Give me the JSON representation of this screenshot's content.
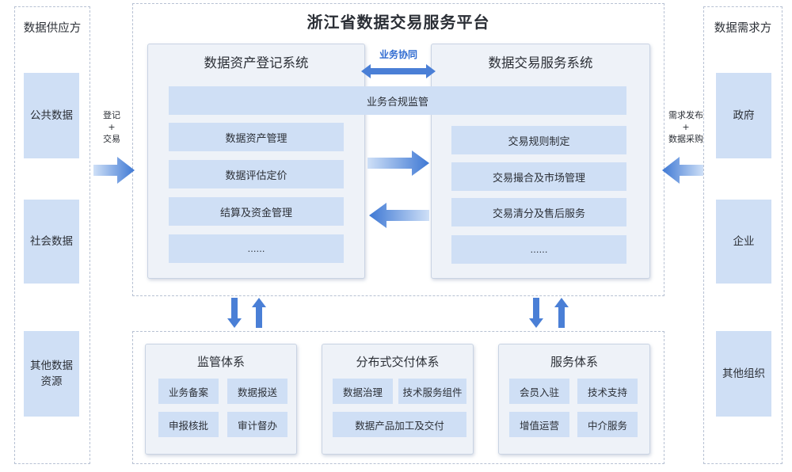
{
  "supply": {
    "title": "数据供应方",
    "items": [
      "公共数据",
      "社会数据",
      "其他数据\n资源"
    ]
  },
  "demand": {
    "title": "数据需求方",
    "items": [
      "政府",
      "企业",
      "其他组织"
    ]
  },
  "platform": {
    "title": "浙江省数据交易服务平台",
    "coop_label": "业务协同",
    "compliance_label": "业务合规监管",
    "left_system": {
      "title": "数据资产登记系统",
      "items": [
        "数据资产管理",
        "数据评估定价",
        "结算及资金管理",
        "……"
      ]
    },
    "right_system": {
      "title": "数据交易服务系统",
      "items": [
        "交易规则制定",
        "交易撮合及市场管理",
        "交易清分及售后服务",
        "……"
      ]
    }
  },
  "flows": {
    "left_label": "登记\n+\n交易",
    "right_label": "需求发布\n+\n数据采购"
  },
  "bottom": {
    "supervision": {
      "title": "监管体系",
      "items": [
        "业务备案",
        "数据报送",
        "申报核批",
        "审计督办"
      ]
    },
    "delivery": {
      "title": "分布式交付体系",
      "items": [
        "数据治理",
        "技术服务组件",
        "数据产品加工及交付"
      ]
    },
    "service": {
      "title": "服务体系",
      "items": [
        "会员入驻",
        "技术支持",
        "增值运营",
        "中介服务"
      ]
    }
  },
  "colors": {
    "box_fill": "#cfdff5",
    "panel_fill": "#eef2f8",
    "arrow_blue": "#4a7fd6",
    "coop_text": "#2f6bd1",
    "dashed_border": "#b7c1d3"
  }
}
